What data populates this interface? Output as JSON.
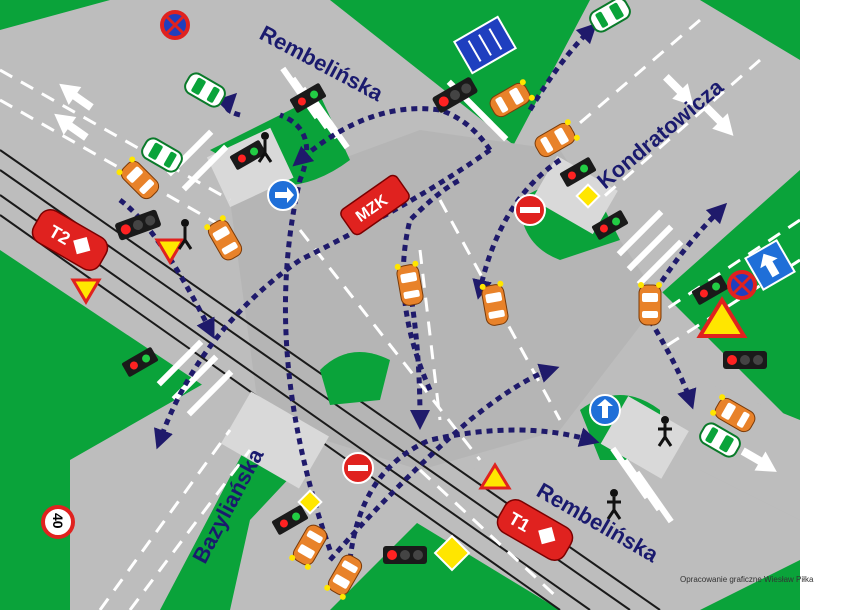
{
  "colors": {
    "grass": "#0aa33a",
    "road": "#bdbdbd",
    "road_dark": "#a8a8a8",
    "sidewalk": "#d9d9d9",
    "marking": "#ffffff",
    "route": "#1f1a6b",
    "car_orange": "#e8822a",
    "tram_red": "#e0221f",
    "car_green_white": "#ffffff"
  },
  "streets": {
    "rembelinska_top": "Rembelińska",
    "kondratowicza": "Kondratowicza",
    "bazylianska": "Bazyliańska",
    "rembelinska_bottom": "Rembelińska"
  },
  "vehicles": {
    "tram_left": "T2",
    "tram_right": "T1",
    "bus": "MZK"
  },
  "signs": {
    "speed_limit": "40"
  },
  "credit": "Opracowanie graficzne Wiesław Piłka",
  "icons": [
    "no-stopping-sign-icon",
    "no-entry-sign-icon",
    "yield-sign-icon",
    "priority-road-sign-icon",
    "keep-right-sign-icon",
    "one-way-sign-icon",
    "direction-lanes-sign-icon",
    "traffic-light-icon",
    "pedestrian-light-icon",
    "pedestrian-icon",
    "car-icon",
    "tram-icon",
    "bus-icon"
  ]
}
